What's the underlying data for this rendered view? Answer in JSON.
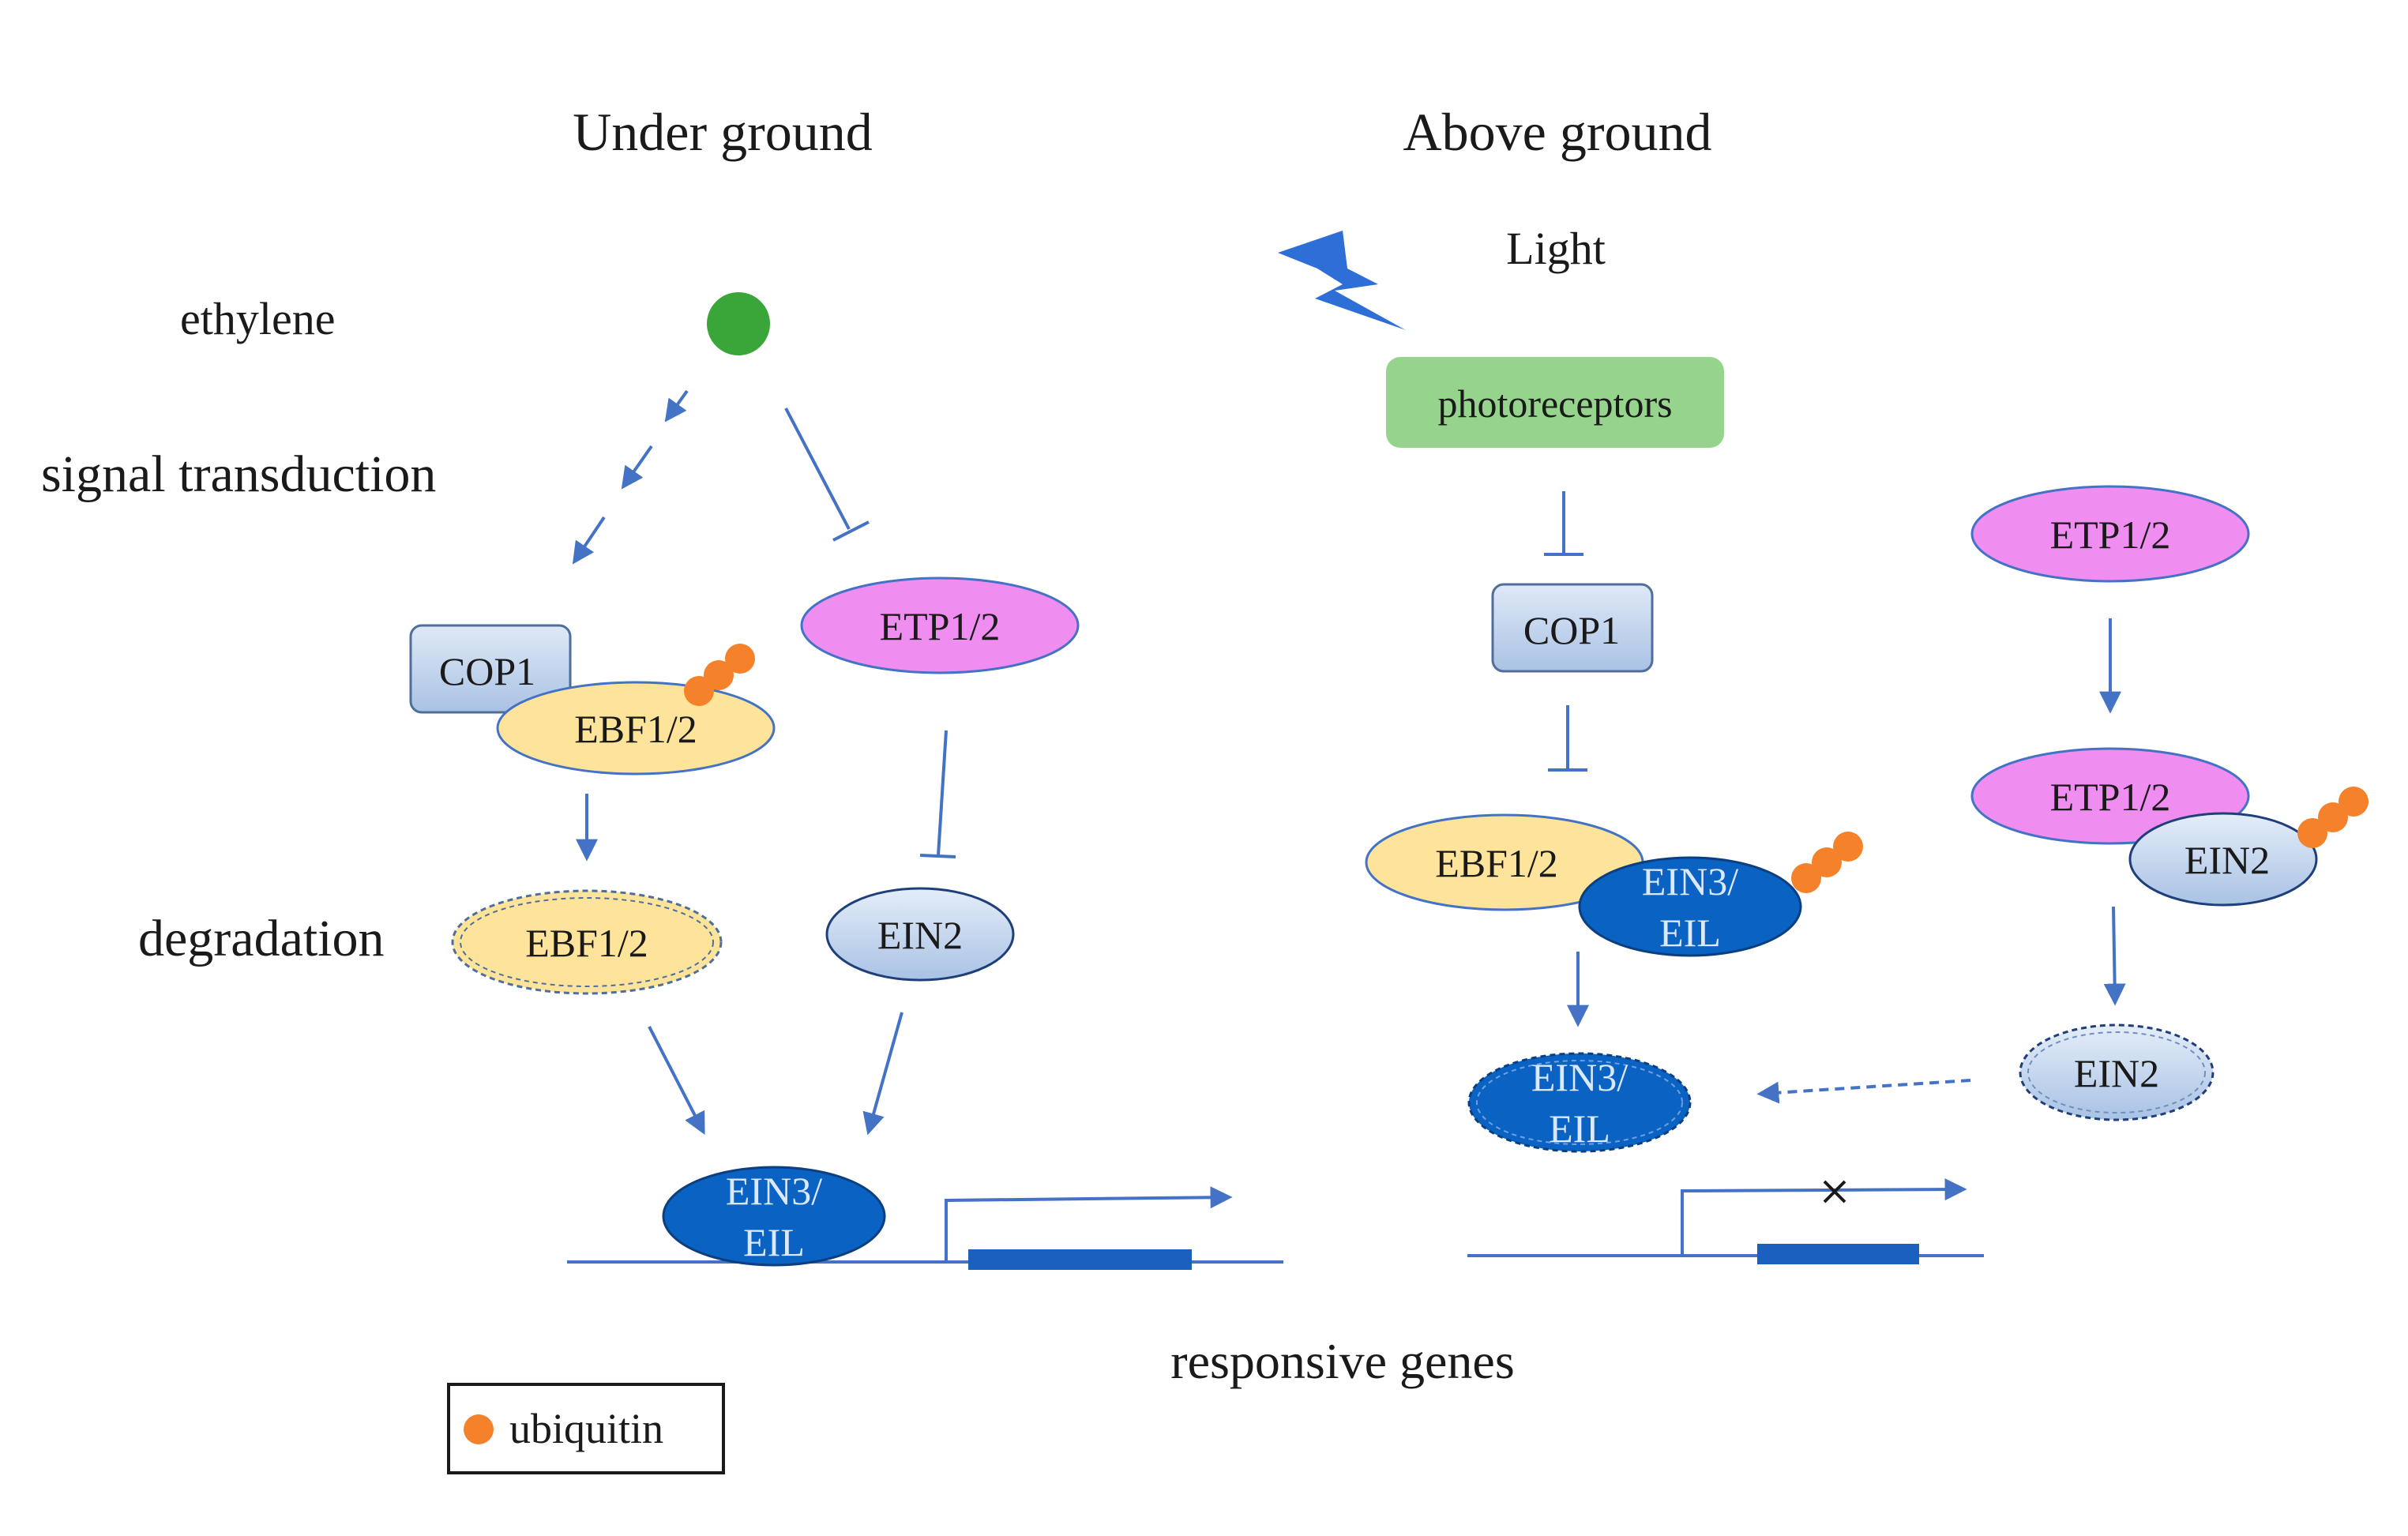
{
  "headings": {
    "under_ground": "Under ground",
    "above_ground": "Above ground"
  },
  "labels": {
    "light": "Light",
    "ethylene": "ethylene",
    "signal_transduction": "signal transduction",
    "degradation": "degradation",
    "responsive_genes": "responsive genes"
  },
  "nodes": {
    "photoreceptors": "photoreceptors",
    "cop1_left": "COP1",
    "ebf12_left": "EBF1/2",
    "etp12_left": "ETP1/2",
    "ebf12_degraded": "EBF1/2",
    "ein2_left": "EIN2",
    "ein3_left_line1": "EIN3/",
    "ein3_left_line2": "EIL",
    "cop1_right": "COP1",
    "ebf12_right": "EBF1/2",
    "ein3_right_line1": "EIN3/",
    "ein3_right_line2": "EIL",
    "ein3_degraded_line1": "EIN3/",
    "ein3_degraded_line2": "EIL",
    "etp12_right_top": "ETP1/2",
    "etp12_right_mid": "ETP1/2",
    "ein2_right": "EIN2",
    "ein2_degraded": "EIN2"
  },
  "legend": {
    "ubiquitin": "ubiquitin"
  },
  "colors": {
    "arrow_blue": "#4472c4",
    "ethylene_green": "#3aa63a",
    "photoreceptor_green": "#96d38c",
    "etp_pink": "#f08df0",
    "ebf_yellow": "#fde49a",
    "cop1_blue": "#c5d7ee",
    "ein2_blue": "#c8d8ef",
    "ein3_blue": "#0a63c3",
    "ubiquitin_orange": "#f5822a",
    "light_bolt": "#2d6fd6",
    "gene_bar": "#1b5fbf"
  },
  "icons": {
    "light": "lightning-bolt-icon",
    "ubiquitin": "ubiquitin-dot-icon"
  }
}
